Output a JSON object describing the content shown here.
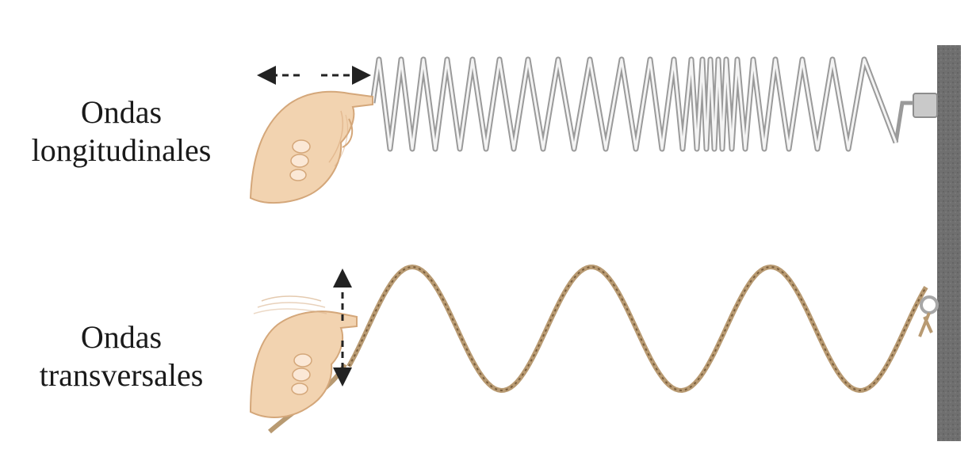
{
  "labels": {
    "longitudinal": {
      "line1": "Ondas",
      "line2": "longitudinales"
    },
    "transverse": {
      "line1": "Ondas",
      "line2": "transversales"
    }
  },
  "icons": {
    "hand_top": "hand-holding-spring-icon",
    "hand_bottom": "hand-holding-rope-icon",
    "arrows_top": "horizontal-double-arrow-icon",
    "arrows_bottom": "vertical-double-arrow-icon"
  },
  "colors": {
    "spring": "#9a9a9a",
    "rope": "#b89a72",
    "wall": "#6f6f6f",
    "skin": "#f2d3b0",
    "skin_shade": "#e0b48a",
    "text": "#1a1a1a"
  }
}
